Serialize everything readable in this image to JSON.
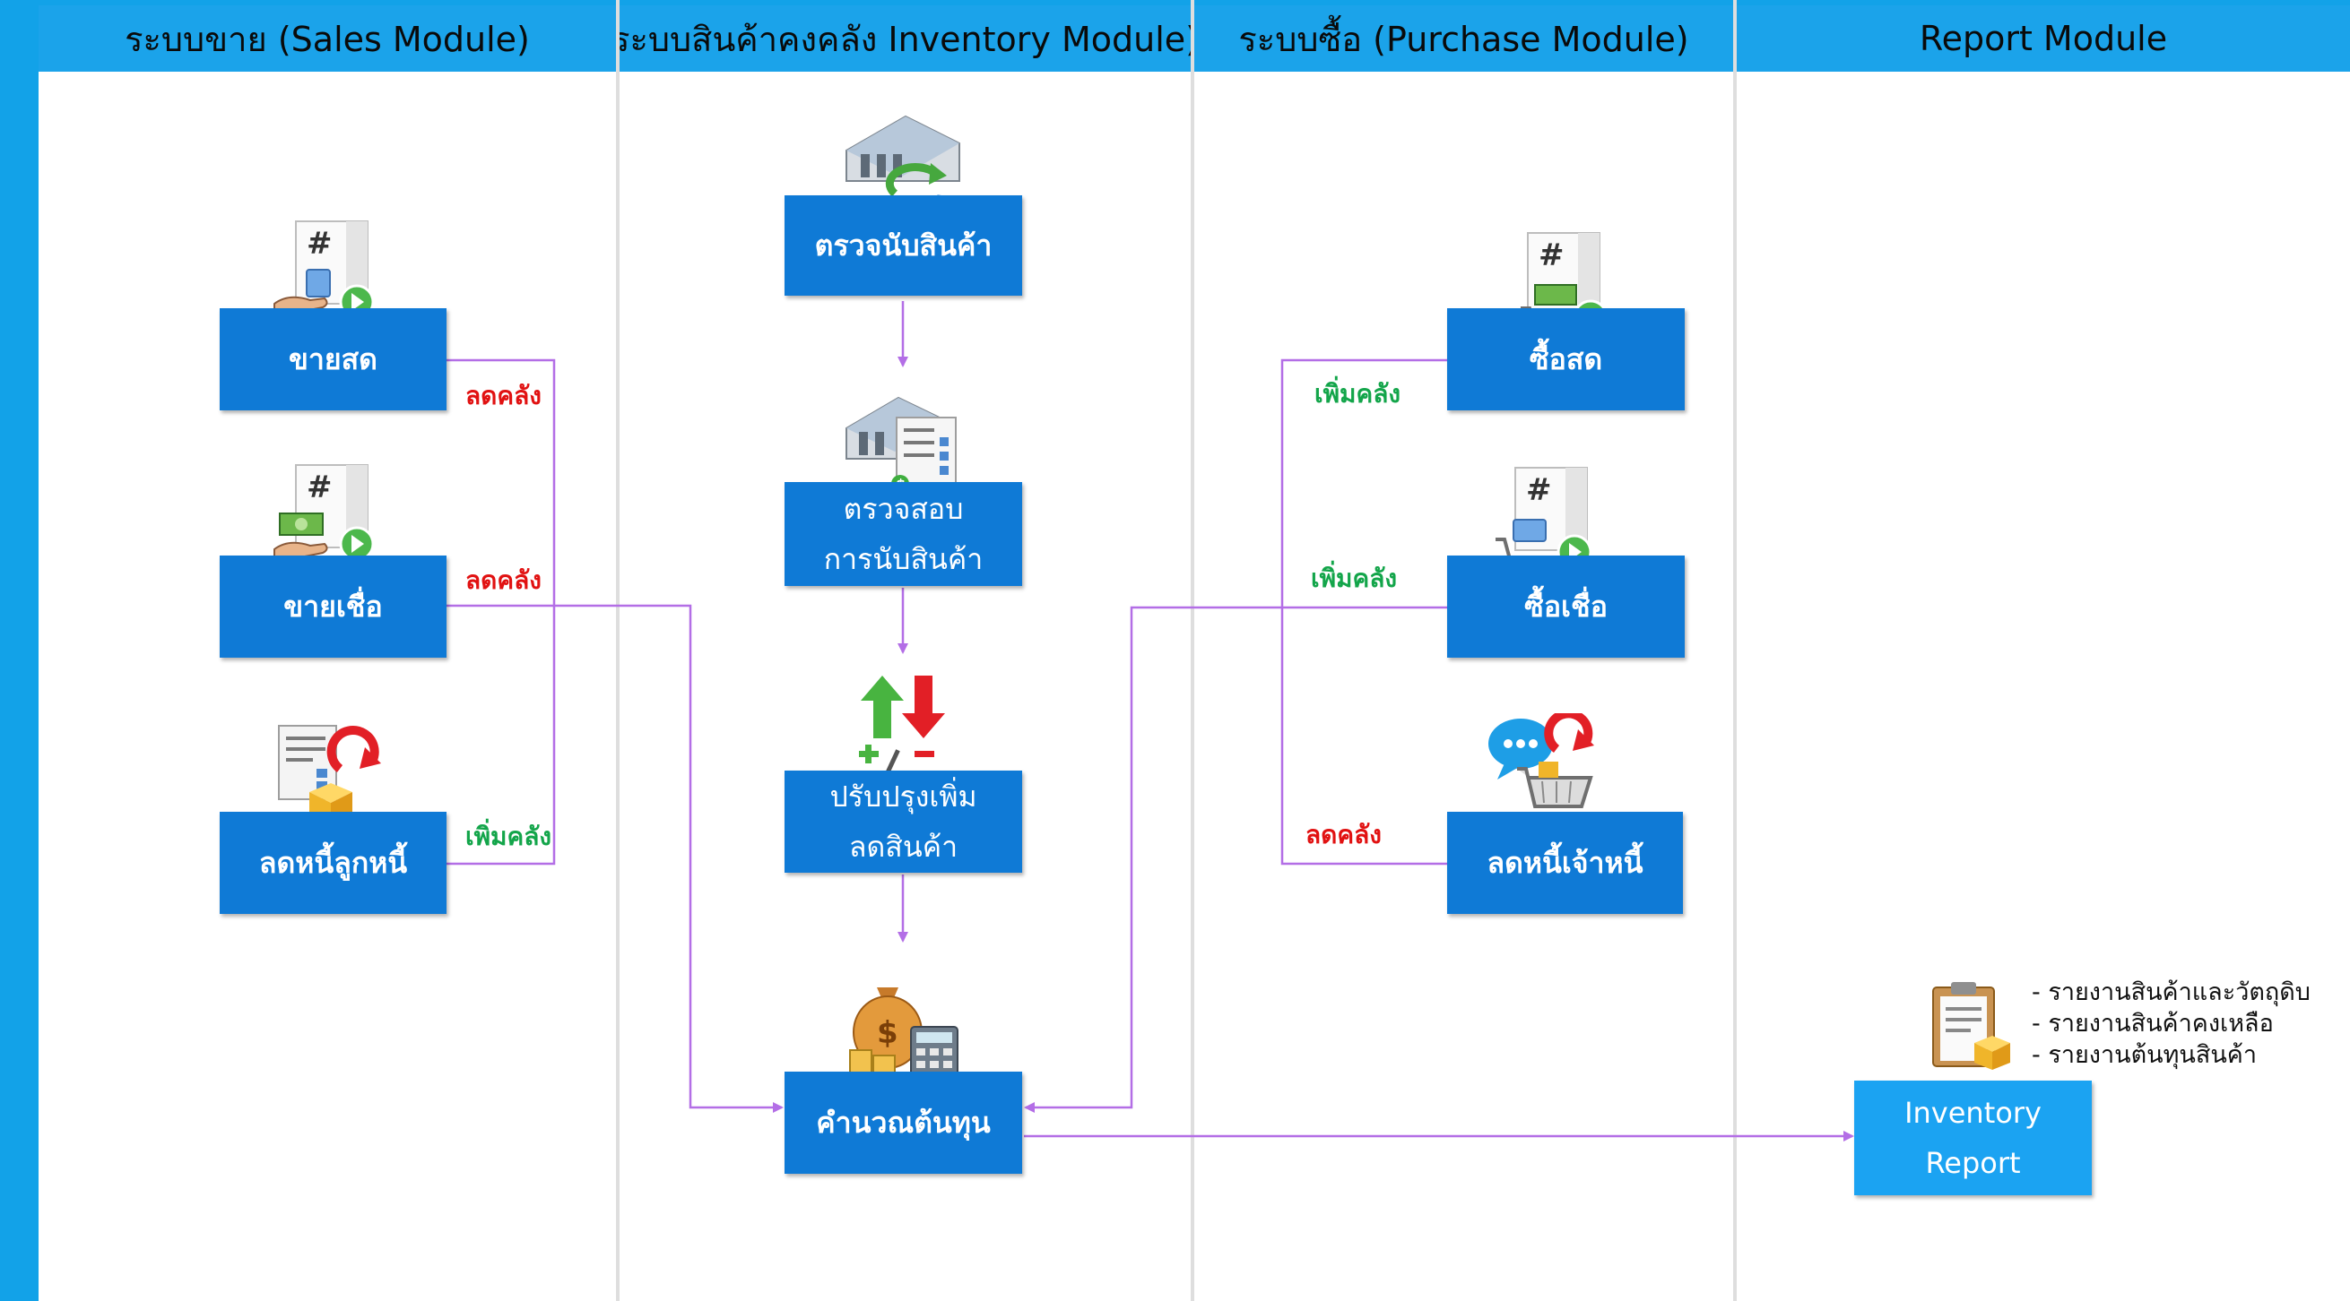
{
  "colors": {
    "lane_header": "#1ba3ea",
    "node": "#0f7ad6",
    "report_node": "#1ba3f2",
    "connector": "#b36ee6",
    "decrease_label": "#e11111",
    "increase_label": "#13a54a"
  },
  "lanes": [
    {
      "title": "ระบบขาย (Sales Module)"
    },
    {
      "title": "ระบบสินค้าคงคลัง Inventory Module)"
    },
    {
      "title": "ระบบซื้อ (Purchase Module)"
    },
    {
      "title": "Report Module"
    }
  ],
  "nodes": {
    "cash_sale": {
      "label": "ขายสด",
      "icon": "cash-sale-document-icon"
    },
    "credit_sale": {
      "label": "ขายเชื่อ",
      "icon": "credit-sale-document-icon"
    },
    "debtor_credit_note": {
      "label": "ลดหนี้ลูกหนี้",
      "icon": "return-goods-icon"
    },
    "stock_count": {
      "label": "ตรวจนับสินค้า",
      "icon": "warehouse-refresh-icon"
    },
    "verify_count": {
      "line1": "ตรวจสอบ",
      "line2": "การนับสินค้า",
      "icon": "warehouse-checklist-icon"
    },
    "adjust_stock": {
      "line1": "ปรับปรุงเพิ่ม",
      "line2": "ลดสินค้า",
      "icon": "adjust-up-down-icon"
    },
    "calc_cost": {
      "label": "คำนวณต้นทุน",
      "icon": "money-bag-calculator-icon"
    },
    "cash_purchase": {
      "label": "ซื้อสด",
      "icon": "cash-purchase-document-icon"
    },
    "credit_purchase": {
      "label": "ซื้อเชื่อ",
      "icon": "credit-purchase-document-icon"
    },
    "creditor_debit_note": {
      "label": "ลดหนี้เจ้าหนี้",
      "icon": "cart-return-chat-icon"
    },
    "inventory_report": {
      "line1": "Inventory",
      "line2": "Report",
      "icon": "clipboard-report-icon"
    }
  },
  "edge_labels": {
    "cash_sale": "ลดคลัง",
    "credit_sale": "ลดคลัง",
    "debtor_credit_note": "เพิ่มคลัง",
    "cash_purchase": "เพิ่มคลัง",
    "credit_purchase": "เพิ่มคลัง",
    "creditor_debit_note": "ลดคลัง"
  },
  "report_list": [
    "- รายงานสินค้าและวัตถุดิบ",
    "- รายงานสินค้าคงเหลือ",
    "- รายงานต้นทุนสินค้า"
  ]
}
